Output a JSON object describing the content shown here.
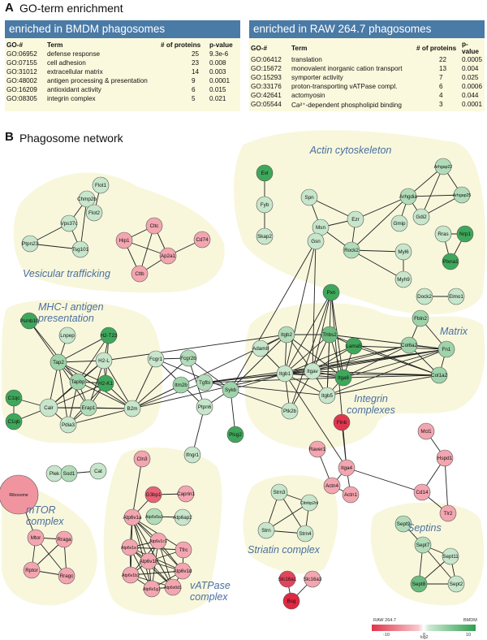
{
  "panel_a": {
    "letter": "A",
    "title": "GO-term enrichment",
    "bmdm": {
      "header": "enriched in BMDM phagosomes",
      "columns": [
        "GO-#",
        "Term",
        "# of proteins",
        "p-value"
      ],
      "rows": [
        [
          "GO:06952",
          "defense response",
          "25",
          "9.3e-6"
        ],
        [
          "GO:07155",
          "cell adhesion",
          "23",
          "0.008"
        ],
        [
          "GO:31012",
          "extracellular matrix",
          "14",
          "0.003"
        ],
        [
          "GO:48002",
          "antigen processing & presentation",
          "9",
          "0.0001"
        ],
        [
          "GO:16209",
          "antioxidant activity",
          "6",
          "0.015"
        ],
        [
          "GO:08305",
          "integrin complex",
          "5",
          "0.021"
        ]
      ]
    },
    "raw": {
      "header": "enriched in RAW 264.7 phagosomes",
      "columns": [
        "GO-#",
        "Term",
        "# of proteins",
        "p-value"
      ],
      "rows": [
        [
          "GO:06412",
          "translation",
          "22",
          "0.0005"
        ],
        [
          "GO:15672",
          "monovalent inorganic cation transport",
          "13",
          "0.004"
        ],
        [
          "GO:15293",
          "symporter activity",
          "7",
          "0.025"
        ],
        [
          "GO:33176",
          "proton-transporting vATPase compl.",
          "6",
          "0.0006"
        ],
        [
          "GO:42641",
          "actomyosin",
          "4",
          "0.044"
        ],
        [
          "GO:05544",
          "Ca²⁺-dependent phospholipid binding",
          "3",
          "0.0001"
        ]
      ]
    }
  },
  "panel_b": {
    "letter": "B",
    "title": "Phagosome network",
    "colors": {
      "blob": "#f8f7dc",
      "edge": "#222222",
      "cluster_label": "#4a6f9e",
      "node_stroke": "#555555"
    },
    "cluster_labels": [
      "Actin cytoskeleton",
      "Vesicular trafficking",
      "MHC-I antigen presentation",
      "Matrix",
      "Integrin complexes",
      "mTOR complex",
      "Septins",
      "Striatin complex",
      "vATPase complex"
    ],
    "nodes": [
      {
        "id": "Evl",
        "c": 9
      },
      {
        "id": "Fyb",
        "c": 1
      },
      {
        "id": "Skap2",
        "c": 1
      },
      {
        "id": "Spn",
        "c": 1
      },
      {
        "id": "Arhgdia",
        "c": 2
      },
      {
        "id": "Arhgap22",
        "c": 2
      },
      {
        "id": "Arhgap25",
        "c": 2
      },
      {
        "id": "Msn",
        "c": 1
      },
      {
        "id": "Ezr",
        "c": 1
      },
      {
        "id": "Gmip",
        "c": 1
      },
      {
        "id": "Gdi2",
        "c": 1
      },
      {
        "id": "Rock2",
        "c": 2
      },
      {
        "id": "Myl6",
        "c": 1
      },
      {
        "id": "Myh9",
        "c": 1
      },
      {
        "id": "Rras",
        "c": 1
      },
      {
        "id": "Nrp1",
        "c": 9
      },
      {
        "id": "Plxna1",
        "c": 9
      },
      {
        "id": "Dock2",
        "c": 1
      },
      {
        "id": "Elmo1",
        "c": 1
      },
      {
        "id": "Gsn",
        "c": 1
      },
      {
        "id": "Pxn",
        "c": 9
      },
      {
        "id": "Flot1",
        "c": 1
      },
      {
        "id": "Chmp2b",
        "c": 1
      },
      {
        "id": "Flot2",
        "c": 1
      },
      {
        "id": "Vps37c",
        "c": 1
      },
      {
        "id": "Ptpn23",
        "c": 1
      },
      {
        "id": "Tsg101",
        "c": 1
      },
      {
        "id": "Cltc",
        "c": -2
      },
      {
        "id": "Hip1",
        "c": -2
      },
      {
        "id": "Cd74",
        "c": -2
      },
      {
        "id": "Ap2a1",
        "c": -2
      },
      {
        "id": "Cltb",
        "c": -2
      },
      {
        "id": "Psmb10",
        "c": 9
      },
      {
        "id": "Lnpep",
        "c": 1
      },
      {
        "id": "H2-T23",
        "c": 9
      },
      {
        "id": "H2-L",
        "c": 1
      },
      {
        "id": "Tap2",
        "c": 3
      },
      {
        "id": "Tapbp",
        "c": 3
      },
      {
        "id": "H2-K1",
        "c": 9
      },
      {
        "id": "Calr",
        "c": 1
      },
      {
        "id": "Erap1",
        "c": 2
      },
      {
        "id": "Pdia3",
        "c": 1
      },
      {
        "id": "B2m",
        "c": 1
      },
      {
        "id": "C1qc",
        "c": 9
      },
      {
        "id": "C1qb",
        "c": 9
      },
      {
        "id": "Fcgr1",
        "c": 1
      },
      {
        "id": "Fcgr2b",
        "c": 2
      },
      {
        "id": "Itm2b",
        "c": 3
      },
      {
        "id": "Tgfbi",
        "c": 2
      },
      {
        "id": "Ptpn6",
        "c": 1
      },
      {
        "id": "Sykb",
        "c": 3
      },
      {
        "id": "Plcg2",
        "c": 9
      },
      {
        "id": "Ifngr1",
        "c": 1
      },
      {
        "id": "Adam8",
        "c": 1
      },
      {
        "id": "Itgb2",
        "c": 2
      },
      {
        "id": "Thbs2",
        "c": 6
      },
      {
        "id": "Lama5",
        "c": 9
      },
      {
        "id": "Itgb1",
        "c": 1
      },
      {
        "id": "Itgav",
        "c": 1
      },
      {
        "id": "Itga6",
        "c": 9
      },
      {
        "id": "Itgb5",
        "c": 1
      },
      {
        "id": "Ptk2b",
        "c": 1
      },
      {
        "id": "Fbln2",
        "c": 3
      },
      {
        "id": "Col6a2",
        "c": 3
      },
      {
        "id": "Fn1",
        "c": 3
      },
      {
        "id": "Col1a2",
        "c": 3
      },
      {
        "id": "Flnb",
        "c": -9
      },
      {
        "id": "Raver1",
        "c": -2
      },
      {
        "id": "Itga4",
        "c": -2
      },
      {
        "id": "Actn4",
        "c": -2
      },
      {
        "id": "Actn1",
        "c": -2
      },
      {
        "id": "Mcl1",
        "c": -2
      },
      {
        "id": "Hspd1",
        "c": -2
      },
      {
        "id": "Cd14",
        "c": -2
      },
      {
        "id": "Tlr2",
        "c": -2
      },
      {
        "id": "Plek",
        "c": 1
      },
      {
        "id": "Sod1",
        "c": 2
      },
      {
        "id": "Cat",
        "c": 1
      },
      {
        "id": "Ribosome",
        "c": -3
      },
      {
        "id": "Mtor",
        "c": -2
      },
      {
        "id": "Rraga",
        "c": -2
      },
      {
        "id": "Rptor",
        "c": -2
      },
      {
        "id": "Rragc",
        "c": -2
      },
      {
        "id": "Cln3",
        "c": -2
      },
      {
        "id": "G3bp1",
        "c": -6
      },
      {
        "id": "Caprin1",
        "c": -2
      },
      {
        "id": "Atp6v1a",
        "c": -2
      },
      {
        "id": "Atp6v0a1",
        "c": 2
      },
      {
        "id": "Atp6ap2",
        "c": 1
      },
      {
        "id": "Atp6v1e1",
        "c": -2
      },
      {
        "id": "Atp6v1c1",
        "c": -2
      },
      {
        "id": "Atp6v1h",
        "c": -2
      },
      {
        "id": "Tfrc",
        "c": -2
      },
      {
        "id": "Atp6v1b2",
        "c": -2
      },
      {
        "id": "Atp6v1d",
        "c": -2
      },
      {
        "id": "Atp6v1g1",
        "c": -2
      },
      {
        "id": "Atp6v0d1",
        "c": -2
      },
      {
        "id": "Strn3",
        "c": 1
      },
      {
        "id": "Cttnbp2nl",
        "c": 1
      },
      {
        "id": "Strn",
        "c": 1
      },
      {
        "id": "Strn4",
        "c": 1
      },
      {
        "id": "Slc16a1",
        "c": -8
      },
      {
        "id": "Slc16a3",
        "c": -2
      },
      {
        "id": "Bsg",
        "c": -10
      },
      {
        "id": "Sept9",
        "c": 2
      },
      {
        "id": "Sept7",
        "c": 2
      },
      {
        "id": "Sept11",
        "c": 1
      },
      {
        "id": "Sept8",
        "c": 6
      },
      {
        "id": "Sept2",
        "c": 1
      }
    ],
    "edges": [
      [
        "Evl",
        "Fyb"
      ],
      [
        "Fyb",
        "Skap2"
      ],
      [
        "Spn",
        "Msn"
      ],
      [
        "Spn",
        "Ezr"
      ],
      [
        "Msn",
        "Ezr"
      ],
      [
        "Msn",
        "Rock2"
      ],
      [
        "Ezr",
        "Rock2"
      ],
      [
        "Ezr",
        "Arhgdia"
      ],
      [
        "Arhgdia",
        "Arhgap22"
      ],
      [
        "Arhgdia",
        "Arhgap25"
      ],
      [
        "Arhgdia",
        "Gmip"
      ],
      [
        "Arhgdia",
        "Gdi2"
      ],
      [
        "Arhgap22",
        "Arhgap25"
      ],
      [
        "Arhgap22",
        "Gdi2"
      ],
      [
        "Arhgap25",
        "Gdi2"
      ],
      [
        "Arhgdia",
        "Rock2"
      ],
      [
        "Rock2",
        "Myl6"
      ],
      [
        "Myl6",
        "Myh9"
      ],
      [
        "Rock2",
        "Myh9"
      ],
      [
        "Rras",
        "Nrp1"
      ],
      [
        "Nrp1",
        "Plxna1"
      ],
      [
        "Rras",
        "Plxna1"
      ],
      [
        "Dock2",
        "Elmo1"
      ],
      [
        "Flot1",
        "Flot2"
      ],
      [
        "Chmp2b",
        "Flot2"
      ],
      [
        "Chmp2b",
        "Tsg101"
      ],
      [
        "Vps37c",
        "Tsg101"
      ],
      [
        "Ptpn23",
        "Tsg101"
      ],
      [
        "Ptpn23",
        "Vps37c"
      ],
      [
        "Chmp2b",
        "Vps37c"
      ],
      [
        "Hip1",
        "Cltc"
      ],
      [
        "Cltc",
        "Ap2a1"
      ],
      [
        "Hip1",
        "Cltb"
      ],
      [
        "Cltb",
        "Ap2a1"
      ],
      [
        "Cltc",
        "Cltb"
      ],
      [
        "Cd74",
        "Ap2a1"
      ],
      [
        "Hip1",
        "Ap2a1"
      ],
      [
        "Psmb10",
        "Tap2"
      ],
      [
        "Psmb10",
        "Tapbp"
      ],
      [
        "Lnpep",
        "Tap2"
      ],
      [
        "H2-T23",
        "H2-L"
      ],
      [
        "H2-T23",
        "H2-K1"
      ],
      [
        "H2-T23",
        "Tap2"
      ],
      [
        "H2-T23",
        "Tapbp"
      ],
      [
        "H2-L",
        "Tap2"
      ],
      [
        "H2-L",
        "Tapbp"
      ],
      [
        "H2-L",
        "H2-K1"
      ],
      [
        "H2-L",
        "B2m"
      ],
      [
        "H2-L",
        "Calr"
      ],
      [
        "H2-L",
        "Erap1"
      ],
      [
        "Tap2",
        "Tapbp"
      ],
      [
        "Tap2",
        "H2-K1"
      ],
      [
        "Tap2",
        "Calr"
      ],
      [
        "Tap2",
        "Erap1"
      ],
      [
        "Tap2",
        "Pdia3"
      ],
      [
        "Tap2",
        "B2m"
      ],
      [
        "Tapbp",
        "H2-K1"
      ],
      [
        "Tapbp",
        "Calr"
      ],
      [
        "Tapbp",
        "Erap1"
      ],
      [
        "Tapbp",
        "Pdia3"
      ],
      [
        "Tapbp",
        "B2m"
      ],
      [
        "H2-K1",
        "Calr"
      ],
      [
        "H2-K1",
        "Erap1"
      ],
      [
        "H2-K1",
        "Pdia3"
      ],
      [
        "H2-K1",
        "B2m"
      ],
      [
        "Calr",
        "Erap1"
      ],
      [
        "Calr",
        "Pdia3"
      ],
      [
        "Calr",
        "B2m"
      ],
      [
        "Erap1",
        "Pdia3"
      ],
      [
        "Erap1",
        "B2m"
      ],
      [
        "Pdia3",
        "B2m"
      ],
      [
        "C1qc",
        "C1qb"
      ],
      [
        "C1qc",
        "Calr"
      ],
      [
        "C1qb",
        "Calr"
      ],
      [
        "B2m",
        "Fcgr1"
      ],
      [
        "B2m",
        "Fcgr2b"
      ],
      [
        "B2m",
        "Itm2b"
      ],
      [
        "B2m",
        "Tgfbi"
      ],
      [
        "B2m",
        "Itgb2"
      ],
      [
        "B2m",
        "Itgb1"
      ],
      [
        "H2-L",
        "Itgb2"
      ],
      [
        "Fcgr1",
        "Fcgr2b"
      ],
      [
        "Fcgr1",
        "Sykb"
      ],
      [
        "Fcgr2b",
        "Sykb"
      ],
      [
        "Fcgr2b",
        "Ptpn6"
      ],
      [
        "Fcgr1",
        "Ptpn6"
      ],
      [
        "Ptpn6",
        "Sykb"
      ],
      [
        "Sykb",
        "Plcg2"
      ],
      [
        "Ptpn6",
        "Ifngr1"
      ],
      [
        "Tgfbi",
        "Itgb1"
      ],
      [
        "Tgfbi",
        "Itgav"
      ],
      [
        "Tgfbi",
        "Fn1"
      ],
      [
        "Tgfbi",
        "Itga6"
      ],
      [
        "Tgfbi",
        "Itgb5"
      ],
      [
        "Gsn",
        "Itgb1"
      ],
      [
        "Gsn",
        "Itgav"
      ],
      [
        "Gsn",
        "Sykb"
      ],
      [
        "Pxn",
        "Itgb1"
      ],
      [
        "Pxn",
        "Itgb5"
      ],
      [
        "Pxn",
        "Itgav"
      ],
      [
        "Pxn",
        "Ptk2b"
      ],
      [
        "Pxn",
        "Itga6"
      ],
      [
        "Pxn",
        "Itga4"
      ],
      [
        "Sykb",
        "Itgb2"
      ],
      [
        "Sykb",
        "Itgb1"
      ],
      [
        "Sykb",
        "Ptk2b"
      ],
      [
        "Adam8",
        "Itgb1"
      ],
      [
        "Adam8",
        "Itgb2"
      ],
      [
        "Itgb2",
        "Itgb1"
      ],
      [
        "Itgb2",
        "Itgav"
      ],
      [
        "Itgb2",
        "Thbs2"
      ],
      [
        "Itgb2",
        "Itga6"
      ],
      [
        "Thbs2",
        "Itgb1"
      ],
      [
        "Thbs2",
        "Itgav"
      ],
      [
        "Thbs2",
        "Itgb5"
      ],
      [
        "Thbs2",
        "Itga6"
      ],
      [
        "Thbs2",
        "Fn1"
      ],
      [
        "Thbs2",
        "Col1a2"
      ],
      [
        "Lama5",
        "Itgb1"
      ],
      [
        "Lama5",
        "Itga6"
      ],
      [
        "Lama5",
        "Itgav"
      ],
      [
        "Lama5",
        "Col1a2"
      ],
      [
        "Lama5",
        "Fn1"
      ],
      [
        "Lama5",
        "Thbs2"
      ],
      [
        "Itgb1",
        "Itgav"
      ],
      [
        "Itgb1",
        "Itga6"
      ],
      [
        "Itgb1",
        "Itgb5"
      ],
      [
        "Itgb1",
        "Ptk2b"
      ],
      [
        "Itgb1",
        "Fn1"
      ],
      [
        "Itgb1",
        "Col6a2"
      ],
      [
        "Itgb1",
        "Col1a2"
      ],
      [
        "Itgav",
        "Itga6"
      ],
      [
        "Itgav",
        "Itgb5"
      ],
      [
        "Itgav",
        "Fn1"
      ],
      [
        "Itgav",
        "Col6a2"
      ],
      [
        "Itgav",
        "Col1a2"
      ],
      [
        "Itgav",
        "Ptk2b"
      ],
      [
        "Itga6",
        "Itgb5"
      ],
      [
        "Itga6",
        "Fn1"
      ],
      [
        "Itga6",
        "Col6a2"
      ],
      [
        "Itga6",
        "Col1a2"
      ],
      [
        "Itgb5",
        "Fn1"
      ],
      [
        "Itgb5",
        "Col1a2"
      ],
      [
        "Fbln2",
        "Fn1"
      ],
      [
        "Col6a2",
        "Fn1"
      ],
      [
        "Col6a2",
        "Col1a2"
      ],
      [
        "Fn1",
        "Col1a2"
      ],
      [
        "Fbln2",
        "Col6a2"
      ],
      [
        "Itgb1",
        "Itga4"
      ],
      [
        "Flnb",
        "Itga4"
      ],
      [
        "Raver1",
        "Actn4"
      ],
      [
        "Itga4",
        "Actn4"
      ],
      [
        "Itga4",
        "Actn1"
      ],
      [
        "Actn4",
        "Actn1"
      ],
      [
        "Itga4",
        "Cd14"
      ],
      [
        "Mcl1",
        "Hspd1"
      ],
      [
        "Hspd1",
        "Cd14"
      ],
      [
        "Hspd1",
        "Tlr2"
      ],
      [
        "Cd14",
        "Tlr2"
      ],
      [
        "Plek",
        "Sod1"
      ],
      [
        "Sod1",
        "Cat"
      ],
      [
        "Ribosome",
        "Mtor"
      ],
      [
        "Mtor",
        "Rraga"
      ],
      [
        "Mtor",
        "Rptor"
      ],
      [
        "Mtor",
        "Rragc"
      ],
      [
        "Rraga",
        "Rptor"
      ],
      [
        "Rraga",
        "Rragc"
      ],
      [
        "Rptor",
        "Rragc"
      ],
      [
        "Cln3",
        "Atp6v1a"
      ],
      [
        "G3bp1",
        "Caprin1"
      ],
      [
        "G3bp1",
        "Atp6v1a"
      ],
      [
        "Atp6v0a1",
        "Atp6ap2"
      ],
      [
        "Atp6v1a",
        "Atp6v1e1"
      ],
      [
        "Atp6v1a",
        "Atp6v1c1"
      ],
      [
        "Atp6v1a",
        "Atp6v1h"
      ],
      [
        "Atp6v1a",
        "Atp6v1b2"
      ],
      [
        "Atp6v1a",
        "Atp6v1d"
      ],
      [
        "Atp6v1a",
        "Atp6v1g1"
      ],
      [
        "Atp6v1a",
        "Atp6v0d1"
      ],
      [
        "Atp6v1a",
        "Tfrc"
      ],
      [
        "Atp6v1e1",
        "Atp6v1c1"
      ],
      [
        "Atp6v1e1",
        "Atp6v1h"
      ],
      [
        "Atp6v1e1",
        "Atp6v1b2"
      ],
      [
        "Atp6v1e1",
        "Atp6v1d"
      ],
      [
        "Atp6v1e1",
        "Atp6v1g1"
      ],
      [
        "Atp6v1e1",
        "Atp6v0d1"
      ],
      [
        "Atp6v1e1",
        "Tfrc"
      ],
      [
        "Atp6v1c1",
        "Atp6v1h"
      ],
      [
        "Atp6v1c1",
        "Atp6v1b2"
      ],
      [
        "Atp6v1c1",
        "Atp6v1d"
      ],
      [
        "Atp6v1c1",
        "Atp6v1g1"
      ],
      [
        "Atp6v1c1",
        "Atp6v0d1"
      ],
      [
        "Atp6v1h",
        "Atp6v1b2"
      ],
      [
        "Atp6v1h",
        "Atp6v1d"
      ],
      [
        "Atp6v1h",
        "Atp6v1g1"
      ],
      [
        "Atp6v1h",
        "Atp6v0d1"
      ],
      [
        "Atp6v1h",
        "Tfrc"
      ],
      [
        "Atp6v1b2",
        "Atp6v1d"
      ],
      [
        "Atp6v1b2",
        "Atp6v1g1"
      ],
      [
        "Atp6v1b2",
        "Atp6v0d1"
      ],
      [
        "Atp6v1d",
        "Atp6v1g1"
      ],
      [
        "Atp6v1d",
        "Atp6v0d1"
      ],
      [
        "Atp6v1g1",
        "Atp6v0d1"
      ],
      [
        "Tfrc",
        "Atp6v1d"
      ],
      [
        "Strn3",
        "Cttnbp2nl"
      ],
      [
        "Strn3",
        "Strn"
      ],
      [
        "Strn3",
        "Strn4"
      ],
      [
        "Cttnbp2nl",
        "Strn"
      ],
      [
        "Cttnbp2nl",
        "Strn4"
      ],
      [
        "Strn",
        "Strn4"
      ],
      [
        "Slc16a1",
        "Bsg"
      ],
      [
        "Slc16a3",
        "Bsg"
      ],
      [
        "Sept9",
        "Sept7"
      ],
      [
        "Sept7",
        "Sept11"
      ],
      [
        "Sept7",
        "Sept8"
      ],
      [
        "Sept7",
        "Sept2"
      ],
      [
        "Sept11",
        "Sept8"
      ],
      [
        "Sept11",
        "Sept2"
      ],
      [
        "Sept8",
        "Sept2"
      ]
    ],
    "legend": {
      "title": "RAW 264.7",
      "right_title": "BMDM",
      "min": "-10",
      "mid": "0",
      "max": "10",
      "unit": "log2"
    }
  }
}
